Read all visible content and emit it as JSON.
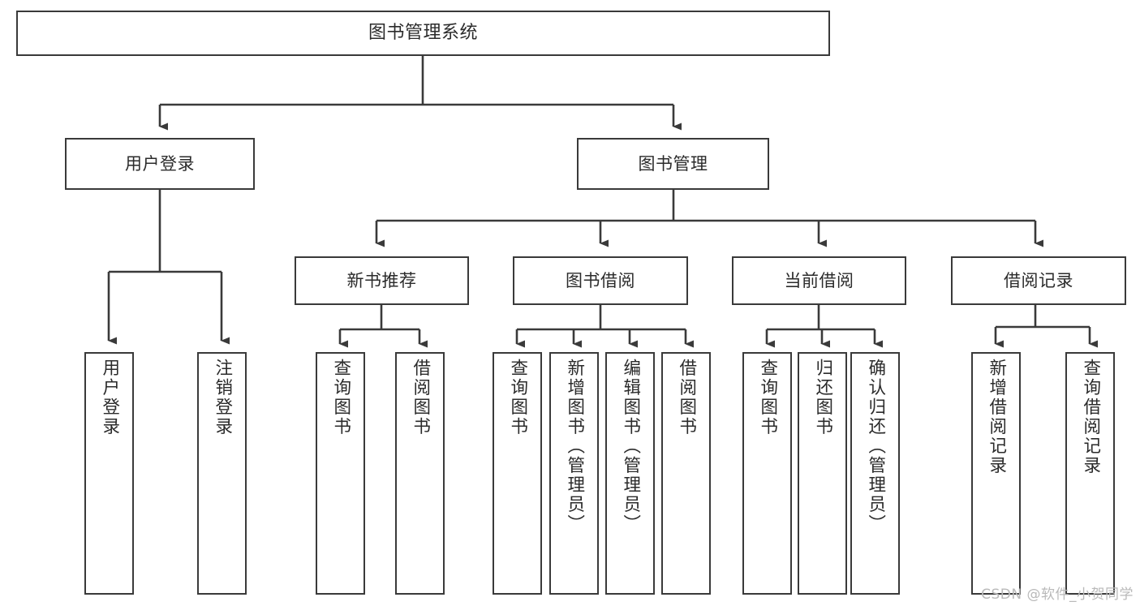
{
  "diagram": {
    "title": "图书管理系统",
    "type": "功能结构图",
    "watermark": "CSDN @软件_小贺同学",
    "colors": {
      "box_border": "#3a3a3a",
      "box_fill": "#ffffff",
      "edge": "#3a3a3a",
      "text": "#2b2b2b",
      "background": "#ffffff",
      "watermark": "#b9b9b9"
    }
  },
  "nodes": {
    "root": {
      "id": "root",
      "label": "图书管理系统",
      "level": 0
    },
    "level1": [
      {
        "id": "user-login",
        "label": "用户登录",
        "level": 1
      },
      {
        "id": "book-management",
        "label": "图书管理",
        "level": 1
      }
    ],
    "level2": [
      {
        "id": "new-book-recommend",
        "label": "新书推荐",
        "level": 2,
        "parent": "book-management"
      },
      {
        "id": "book-borrow",
        "label": "图书借阅",
        "level": 2,
        "parent": "book-management"
      },
      {
        "id": "current-borrow",
        "label": "当前借阅",
        "level": 2,
        "parent": "book-management"
      },
      {
        "id": "borrow-record",
        "label": "借阅记录",
        "level": 2,
        "parent": "book-management"
      }
    ],
    "leaves": [
      {
        "id": "leaf-user-login",
        "label": "用户登录",
        "parent": "user-login"
      },
      {
        "id": "leaf-logout-login",
        "label": "注销登录",
        "parent": "user-login"
      },
      {
        "id": "leaf-query-book-rec",
        "label": "查询图书",
        "parent": "new-book-recommend"
      },
      {
        "id": "leaf-borrow-book-rec",
        "label": "借阅图书",
        "parent": "new-book-recommend"
      },
      {
        "id": "leaf-query-book-borrow",
        "label": "查询图书",
        "parent": "book-borrow"
      },
      {
        "id": "leaf-add-book",
        "label": "新增图书（管理员）",
        "parent": "book-borrow"
      },
      {
        "id": "leaf-edit-book",
        "label": "编辑图书（管理员）",
        "parent": "book-borrow"
      },
      {
        "id": "leaf-borrow-book",
        "label": "借阅图书",
        "parent": "book-borrow"
      },
      {
        "id": "leaf-query-book-current",
        "label": "查询图书",
        "parent": "current-borrow"
      },
      {
        "id": "leaf-return-book",
        "label": "归还图书",
        "parent": "current-borrow"
      },
      {
        "id": "leaf-confirm-return",
        "label": "确认归还（管理员）",
        "parent": "current-borrow"
      },
      {
        "id": "leaf-add-record",
        "label": "新增借阅记录",
        "parent": "borrow-record"
      },
      {
        "id": "leaf-query-record",
        "label": "查询借阅记录",
        "parent": "borrow-record"
      }
    ]
  }
}
